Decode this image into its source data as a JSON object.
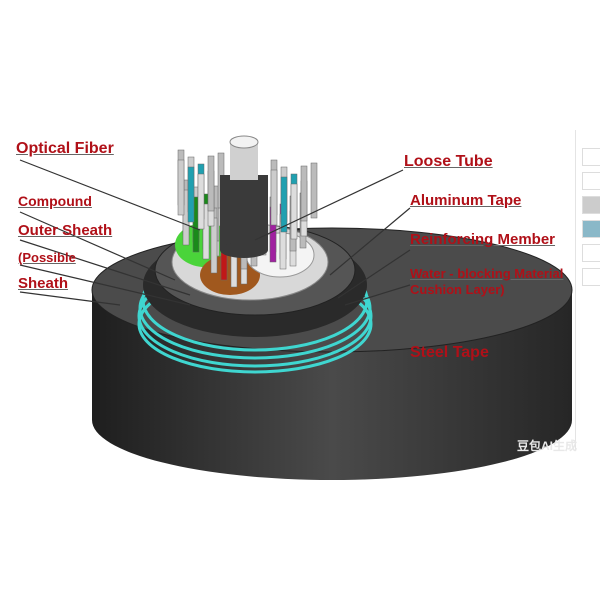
{
  "labels": {
    "optical_fiber": "Optical Fiber",
    "compound": "Compound",
    "outer_sheath": "Outer Sheath",
    "possible": "(Possible",
    "sheath": "Sheath",
    "loose_tube": "Loose Tube",
    "aluminum_tape": "Aluminum Tape",
    "reinforcing_member": "Reinforcing Member",
    "water_blocking": "Water - blocking Material",
    "cushion_layer": "Cushion Layer)",
    "steel_tape": "Steel Tape"
  },
  "watermark": "豆包AI生成",
  "colors": {
    "label": "#b01018",
    "jacket": "#3a3a3a",
    "tape": "#3fd6d0"
  }
}
